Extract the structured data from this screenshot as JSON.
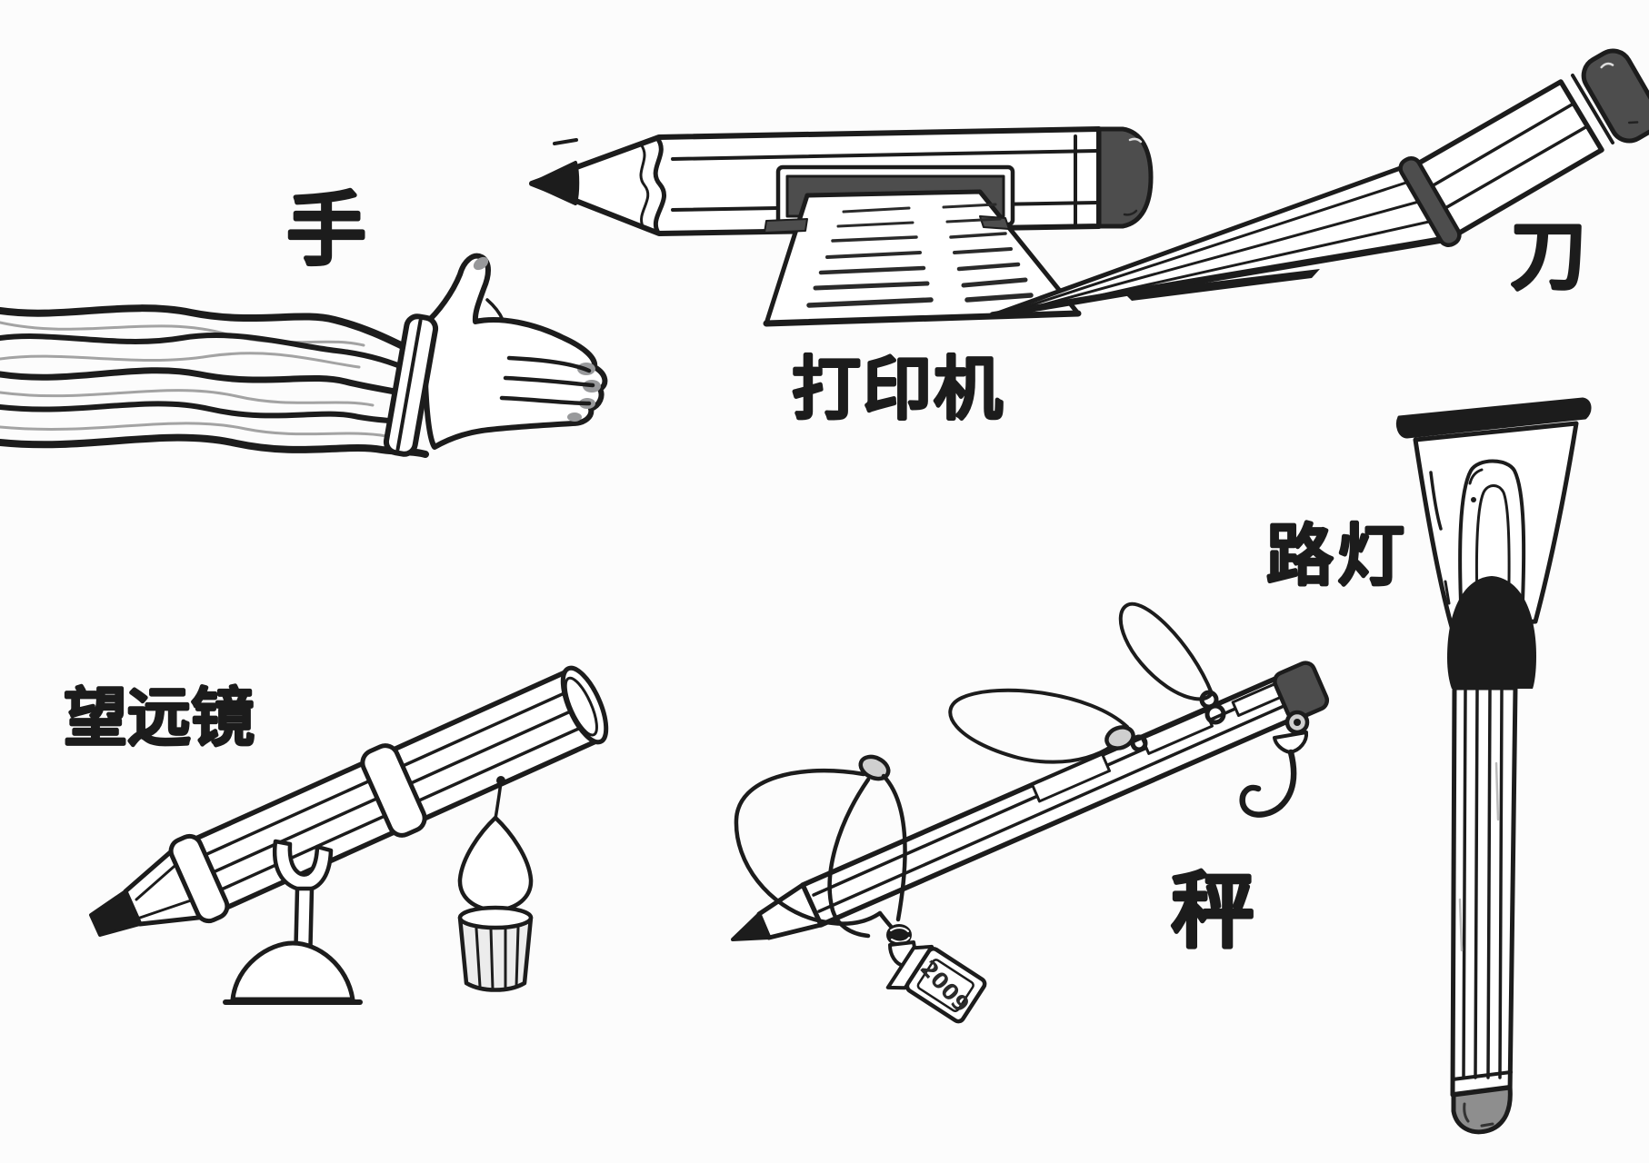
{
  "illustration": {
    "title_hint": "pencil-objects-cartoon",
    "canvas": {
      "background": "#fcfcfc",
      "ink": "#1c1c1c",
      "dark_gray": "#4d4d4d",
      "mid_gray": "#8e8e8e",
      "light_gray": "#cfcfcf"
    },
    "items": [
      {
        "id": "hand",
        "label": "手"
      },
      {
        "id": "printer",
        "label": "打印机"
      },
      {
        "id": "knife",
        "label": "刀"
      },
      {
        "id": "telescope",
        "label": "望远镜"
      },
      {
        "id": "scale",
        "label": "秤",
        "weight_tag": "2009"
      },
      {
        "id": "street-lamp",
        "label": "路灯"
      }
    ]
  }
}
